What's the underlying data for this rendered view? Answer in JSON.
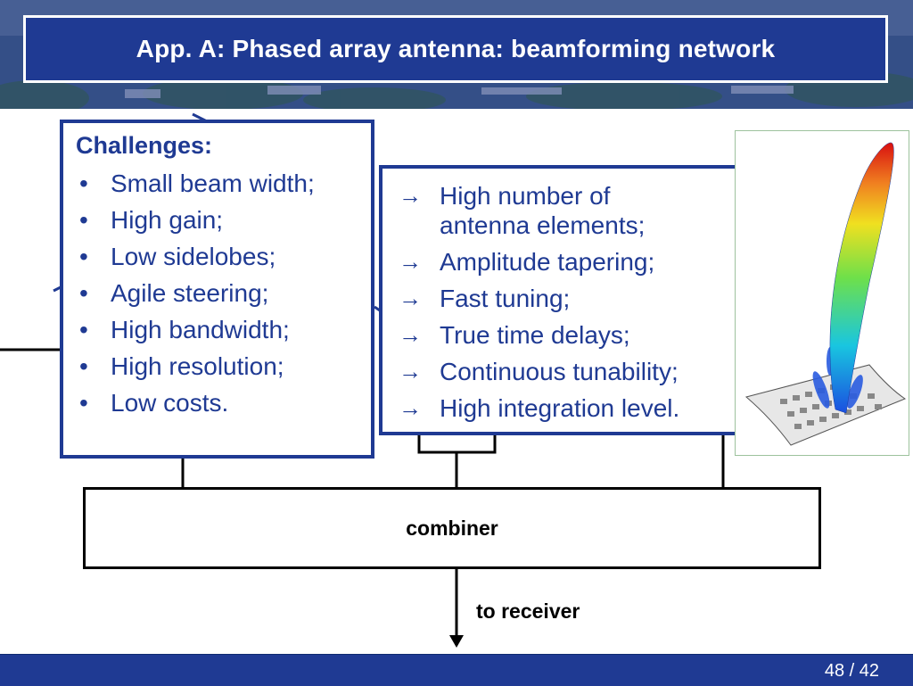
{
  "header": {
    "title": "App. A: Phased array antenna: beamforming network"
  },
  "challenges": {
    "heading": "Challenges:",
    "bullet": "•",
    "items": [
      "Small beam width;",
      "High gain;",
      "Low sidelobes;",
      "Agile steering;",
      "High bandwidth;",
      "High resolution;",
      "Low costs."
    ]
  },
  "solutions": {
    "arrow": "→",
    "items": [
      "High number of antenna elements;",
      "Amplitude tapering;",
      "Fast tuning;",
      "True time delays;",
      "Continuous tunability;",
      "High integration level."
    ]
  },
  "diagram": {
    "combiner_label": "combiner",
    "receiver_label": "to receiver"
  },
  "footer": {
    "page": "48 / 42"
  },
  "colors": {
    "accent": "#1f3a93",
    "footer": "#1f3a93",
    "text_dark": "#000000"
  }
}
